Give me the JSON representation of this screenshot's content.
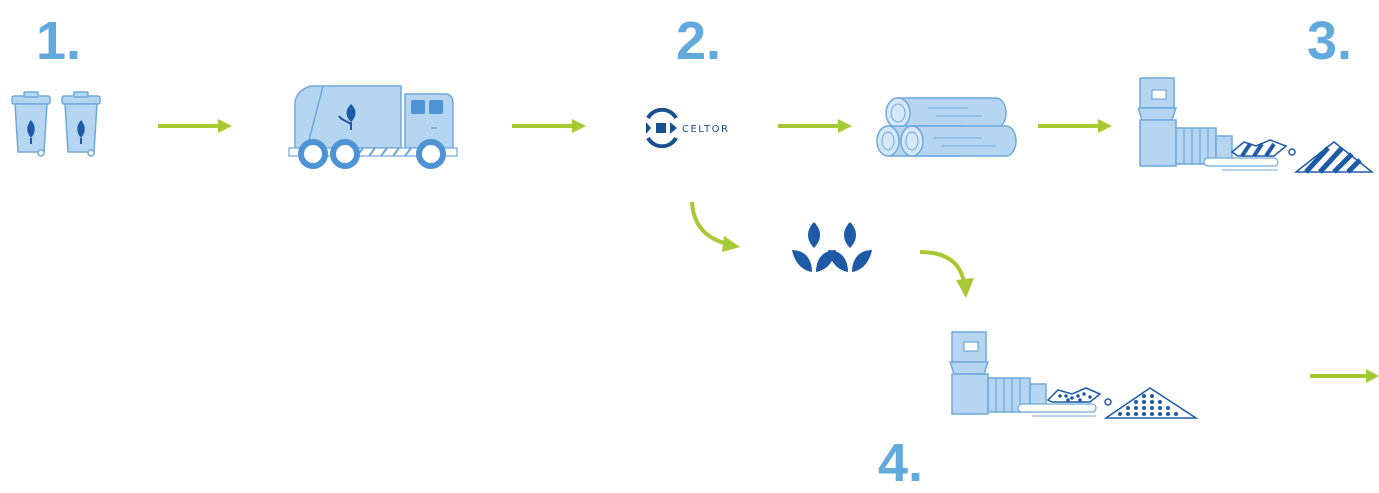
{
  "steps": [
    {
      "number": "1."
    },
    {
      "number": "2."
    },
    {
      "number": "3."
    },
    {
      "number": "4."
    }
  ],
  "logo": {
    "text": "CELTOR"
  },
  "colors": {
    "arrow": "#a6c934",
    "step_number": "#62a9dd",
    "illustration_fill": "#b5d5f0",
    "illustration_stroke": "#6fa9dc",
    "dark_blue": "#1f5aa6"
  },
  "icons": [
    "bin-icon",
    "bin-icon",
    "garbage-truck-icon",
    "celtor-logo",
    "logs-icon",
    "processing-machine-icon",
    "leaves-icon",
    "processing-machine-icon"
  ]
}
